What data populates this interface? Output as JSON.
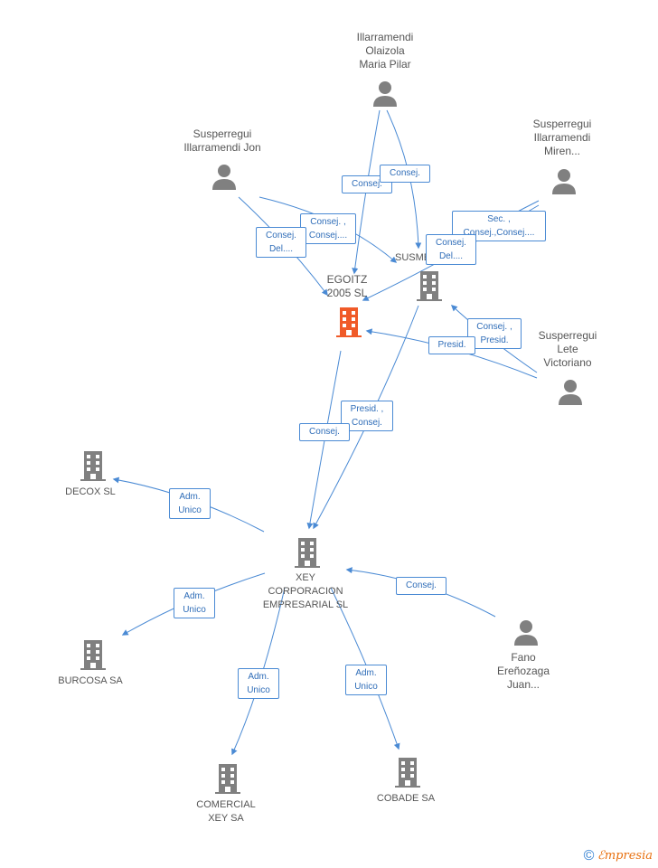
{
  "nodes": {
    "illarramendi_olaizola": {
      "label": "Illarramendi\nOlaizola\nMaria Pilar",
      "kind": "person"
    },
    "susperregui_jon": {
      "label": "Susperregui\nIllarramendi Jon",
      "kind": "person"
    },
    "susperregui_miren": {
      "label": "Susperregui\nIllarramendi\nMiren...",
      "kind": "person"
    },
    "susperregui_lete": {
      "label": "Susperregui\nLete\nVictoriano",
      "kind": "person"
    },
    "fano": {
      "label": "Fano\nEreñozaga\nJuan...",
      "kind": "person"
    },
    "egoitz": {
      "label": "EGOITZ\n2005 SL",
      "kind": "company",
      "highlight": true
    },
    "susme": {
      "label": "SUSME...",
      "kind": "company"
    },
    "decox": {
      "label": "DECOX SL",
      "kind": "company"
    },
    "xey": {
      "label": "XEY\nCORPORACION\nEMPRESARIAL SL",
      "kind": "company"
    },
    "burcosa": {
      "label": "BURCOSA SA",
      "kind": "company"
    },
    "comercial_xey": {
      "label": "COMERCIAL\nXEY SA",
      "kind": "company"
    },
    "cobade": {
      "label": "COBADE SA",
      "kind": "company"
    }
  },
  "edge_labels": {
    "e1": "Consej.",
    "e2": "Consej.",
    "e3": "Consej. ,\nConsej....",
    "e4": "Consej.\nDel....",
    "e5": "Sec. ,\nConsej.,Consej....",
    "e6": "Consej.\nDel....",
    "e7": "Consej. ,\nPresid.",
    "e8": "Presid.",
    "e9": "Presid. ,\nConsej.",
    "e10": "Consej.",
    "e11": "Adm.\nUnico",
    "e12": "Adm.\nUnico",
    "e13": "Adm.\nUnico",
    "e14": "Adm.\nUnico",
    "e15": "Consej."
  },
  "colors": {
    "edge": "#4a8ad4",
    "icon": "#808080",
    "highlight": "#f05a28"
  },
  "watermark": {
    "symbol": "©",
    "brand": "mpresia",
    "brand_initial": "ℰ"
  }
}
